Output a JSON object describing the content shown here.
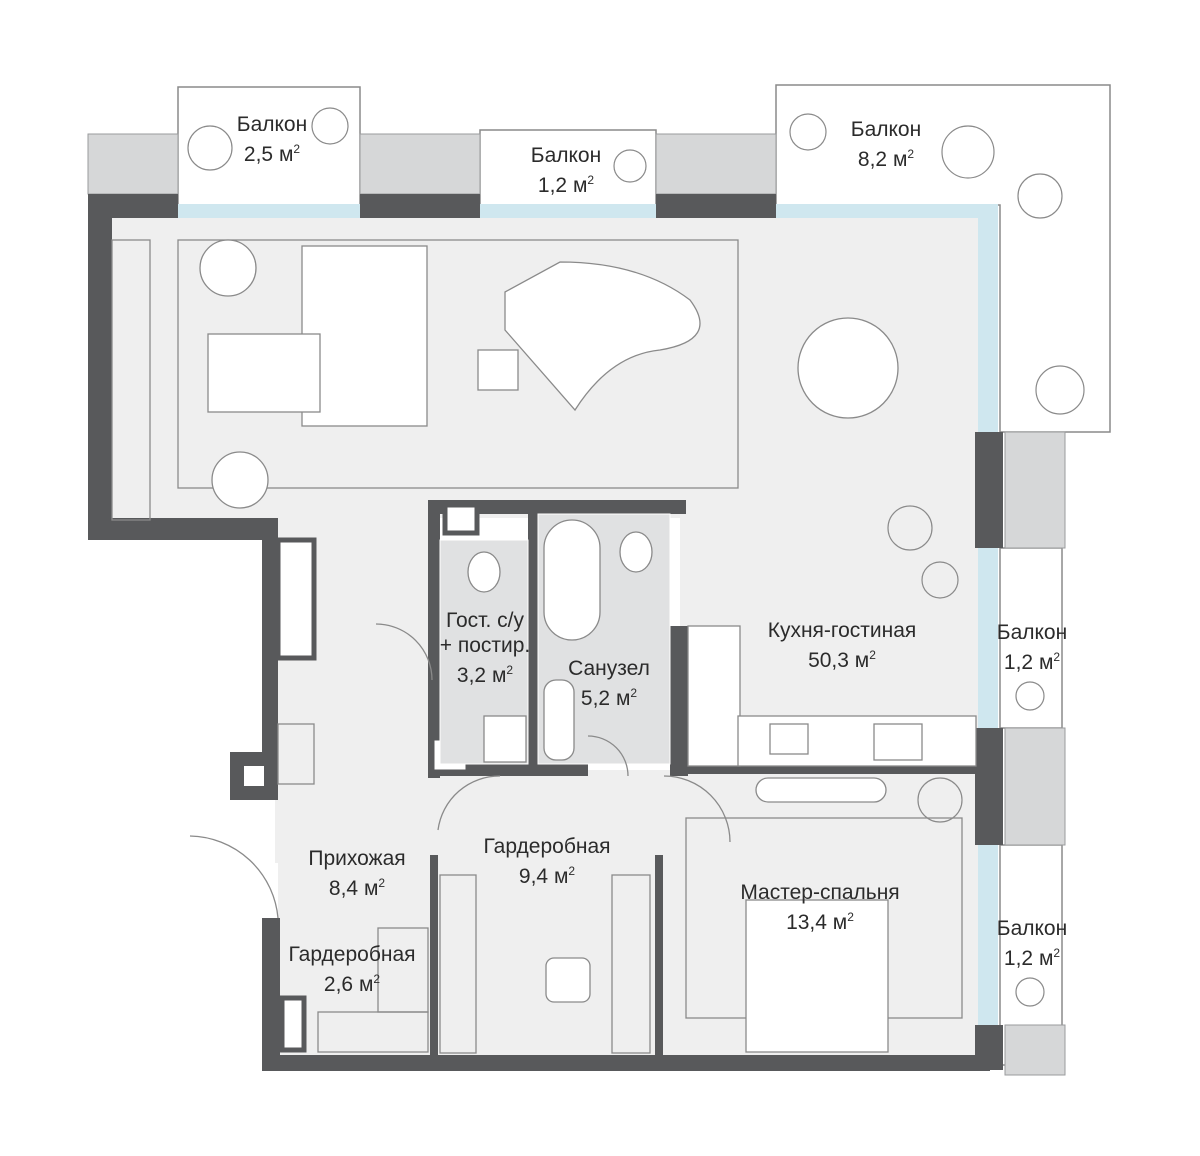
{
  "unit_sup": "2",
  "rooms": [
    {
      "id": "balcony-nw",
      "name": "Балкон",
      "area": "2,5 м"
    },
    {
      "id": "balcony-n",
      "name": "Балкон",
      "area": "1,2 м"
    },
    {
      "id": "balcony-ne",
      "name": "Балкон",
      "area": "8,2 м"
    },
    {
      "id": "living-kitchen",
      "name": "Кухня-гостиная",
      "area": "50,3 м"
    },
    {
      "id": "guest-bath",
      "name": "Гост. с/у",
      "name2": "+ постир.",
      "area": "3,2 м"
    },
    {
      "id": "bathroom",
      "name": "Санузел",
      "area": "5,2 м"
    },
    {
      "id": "balcony-e1",
      "name": "Балкон",
      "area": "1,2 м"
    },
    {
      "id": "hallway",
      "name": "Прихожая",
      "area": "8,4 м"
    },
    {
      "id": "wardrobe-big",
      "name": "Гардеробная",
      "area": "9,4 м"
    },
    {
      "id": "master-bedroom",
      "name": "Мастер-спальня",
      "area": "13,4 м"
    },
    {
      "id": "wardrobe-small",
      "name": "Гардеробная",
      "area": "2,6 м"
    },
    {
      "id": "balcony-e2",
      "name": "Балкон",
      "area": "1,2 м"
    }
  ],
  "colors": {
    "wall": "#58595b",
    "column": "#a6a8ab",
    "floor": "#efefef",
    "glass": "#cfe7ef",
    "line": "#8a8a8a",
    "text": "#2b2b2b"
  }
}
